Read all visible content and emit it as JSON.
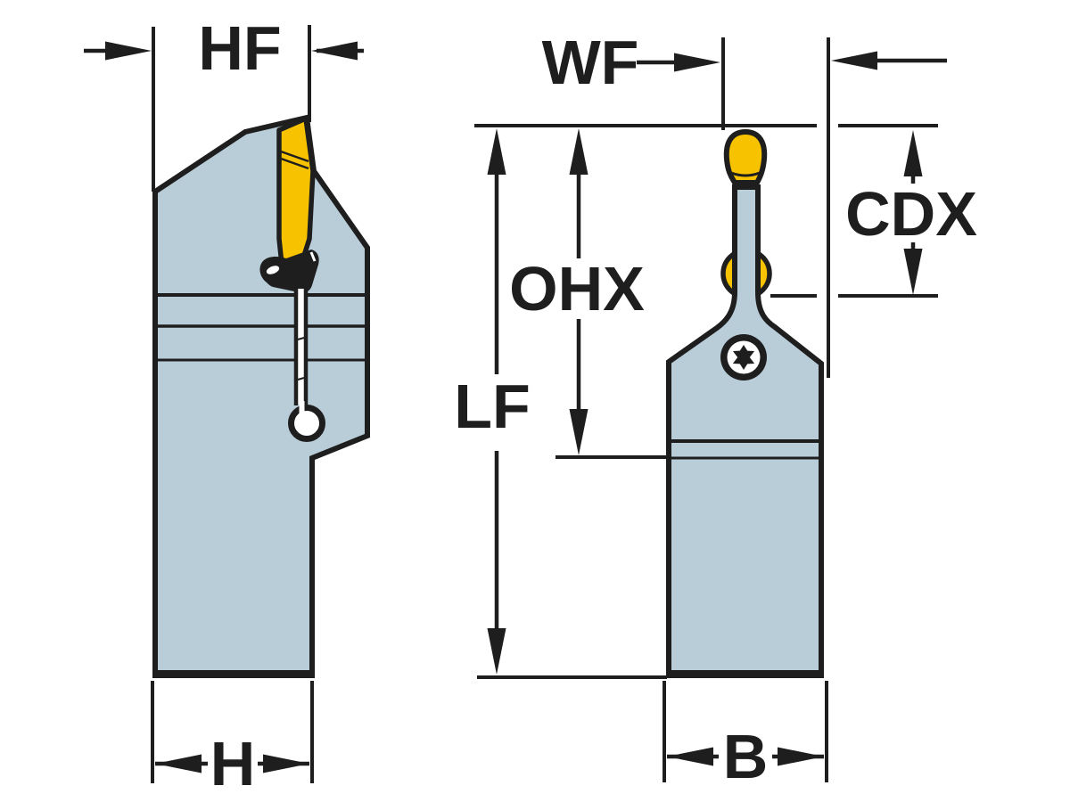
{
  "labels": {
    "hf": "HF",
    "wf": "WF",
    "cdx": "CDX",
    "ohx": "OHX",
    "lf": "LF",
    "h": "H",
    "b": "B"
  },
  "colors": {
    "background": "#ffffff",
    "holder_body": "#b9cdd9",
    "insert": "#f7c200",
    "outline": "#1e1e1e"
  }
}
